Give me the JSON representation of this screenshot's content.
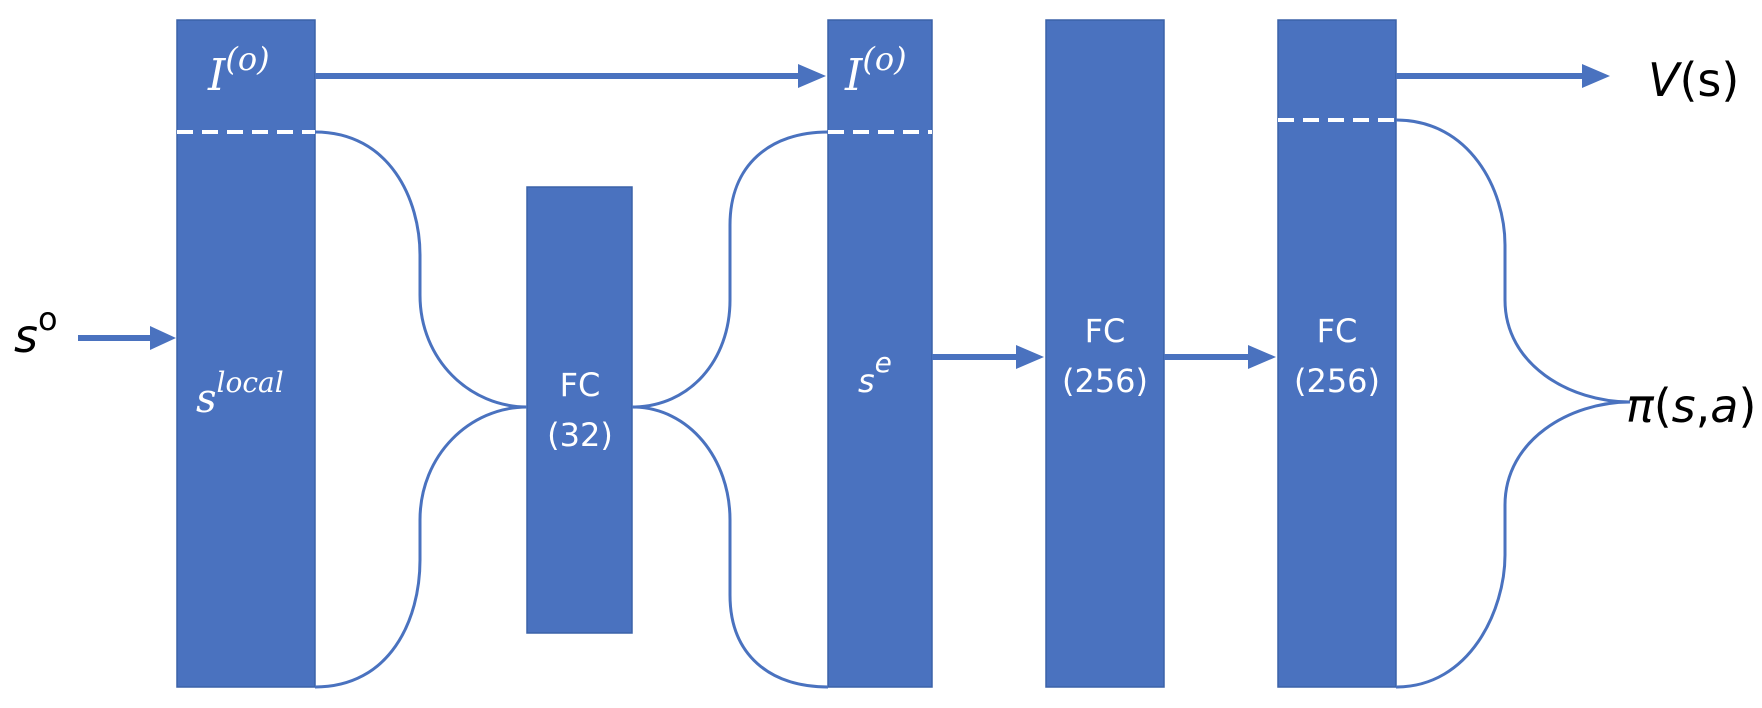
{
  "input": {
    "symbol": "s",
    "superscript": "o"
  },
  "block1": {
    "top_label": {
      "base": "I",
      "sup": "(o)"
    },
    "bottom_label": {
      "base": "s",
      "sup": "local"
    }
  },
  "block2": {
    "label_line1": "FC",
    "label_line2": "(32)"
  },
  "block3": {
    "top_label": {
      "base": "I",
      "sup": "(o)"
    },
    "bottom_label": {
      "base": "s",
      "sup": "e"
    }
  },
  "block4": {
    "label_line1": "FC",
    "label_line2": "(256)"
  },
  "block5": {
    "label_line1": "FC",
    "label_line2": "(256)"
  },
  "outputs": {
    "value": {
      "italic": "V",
      "rest": "(s)"
    },
    "policy": {
      "pi": "π",
      "rest": "(",
      "s": "s",
      "comma": ",",
      "a": "a",
      "close": ")"
    }
  },
  "colors": {
    "block": "#4a72bf",
    "dash": "#ffffff",
    "text_dark": "#000000"
  }
}
